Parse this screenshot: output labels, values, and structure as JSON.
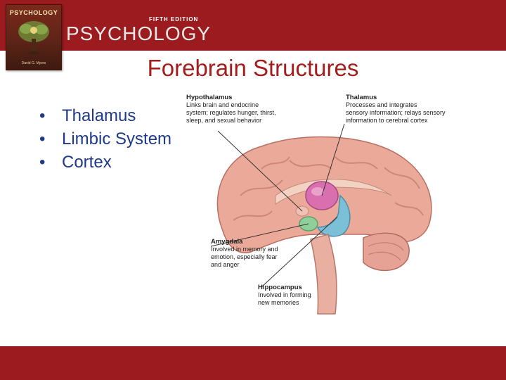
{
  "header": {
    "book_cover": {
      "title": "PSYCHOLOGY",
      "author": "David G. Myers"
    },
    "edition": "FIFTH EDITION",
    "brand": "PSYCHOLOGY"
  },
  "slide": {
    "title": "Forebrain Structures",
    "bullets": [
      "Thalamus",
      "Limbic System",
      "Cortex"
    ],
    "bullet_symbol": "•"
  },
  "figure": {
    "labels": {
      "hypothalamus": {
        "name": "Hypothalamus",
        "desc": [
          "Links brain and endocrine",
          "system; regulates hunger, thirst,",
          "sleep, and sexual behavior"
        ]
      },
      "thalamus": {
        "name": "Thalamus",
        "desc": [
          "Processes and integrates",
          "sensory information; relays sensory",
          "information to cerebral cortex"
        ]
      },
      "amygdala": {
        "name": "Amygdala",
        "desc": [
          "Involved in memory and",
          "emotion, especially fear",
          "and anger"
        ]
      },
      "hippocampus": {
        "name": "Hippocampus",
        "desc": [
          "Involved in forming",
          "new memories"
        ]
      }
    }
  },
  "colors": {
    "header_red": "#9b1b1f",
    "title_red": "#a51c1c",
    "bullet_blue": "#1f3a8a",
    "brain_pink": "#e9a79a",
    "thalamus_pink": "#d96fae",
    "hippocampus_blue": "#7cc0d8",
    "amygdala_green": "#8fcf9a"
  }
}
